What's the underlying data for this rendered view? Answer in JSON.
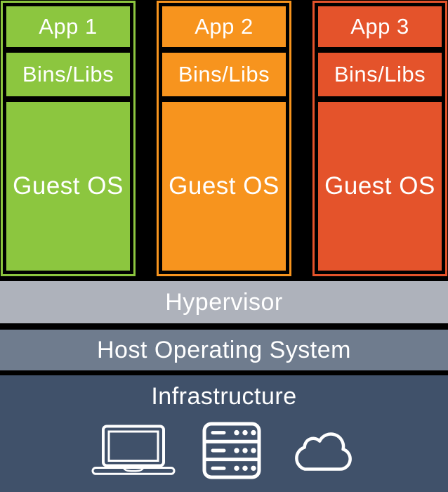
{
  "diagram": {
    "background": "#000000",
    "text_color": "#FFFFFF",
    "columns": [
      {
        "app": "App 1",
        "bins": "Bins/Libs",
        "guest": "Guest OS",
        "color": "#8CC63F"
      },
      {
        "app": "App 2",
        "bins": "Bins/Libs",
        "guest": "Guest OS",
        "color": "#F7941E"
      },
      {
        "app": "App 3",
        "bins": "Bins/Libs",
        "guest": "Guest OS",
        "color": "#E4532B"
      }
    ],
    "layers": [
      {
        "label": "Hypervisor",
        "color": "#AEB2BB"
      },
      {
        "label": "Host Operating System",
        "color": "#6F7C8E"
      }
    ],
    "infrastructure": {
      "label": "Infrastructure",
      "color": "#40516A",
      "icons": [
        "laptop-icon",
        "server-icon",
        "cloud-icon"
      ]
    }
  }
}
